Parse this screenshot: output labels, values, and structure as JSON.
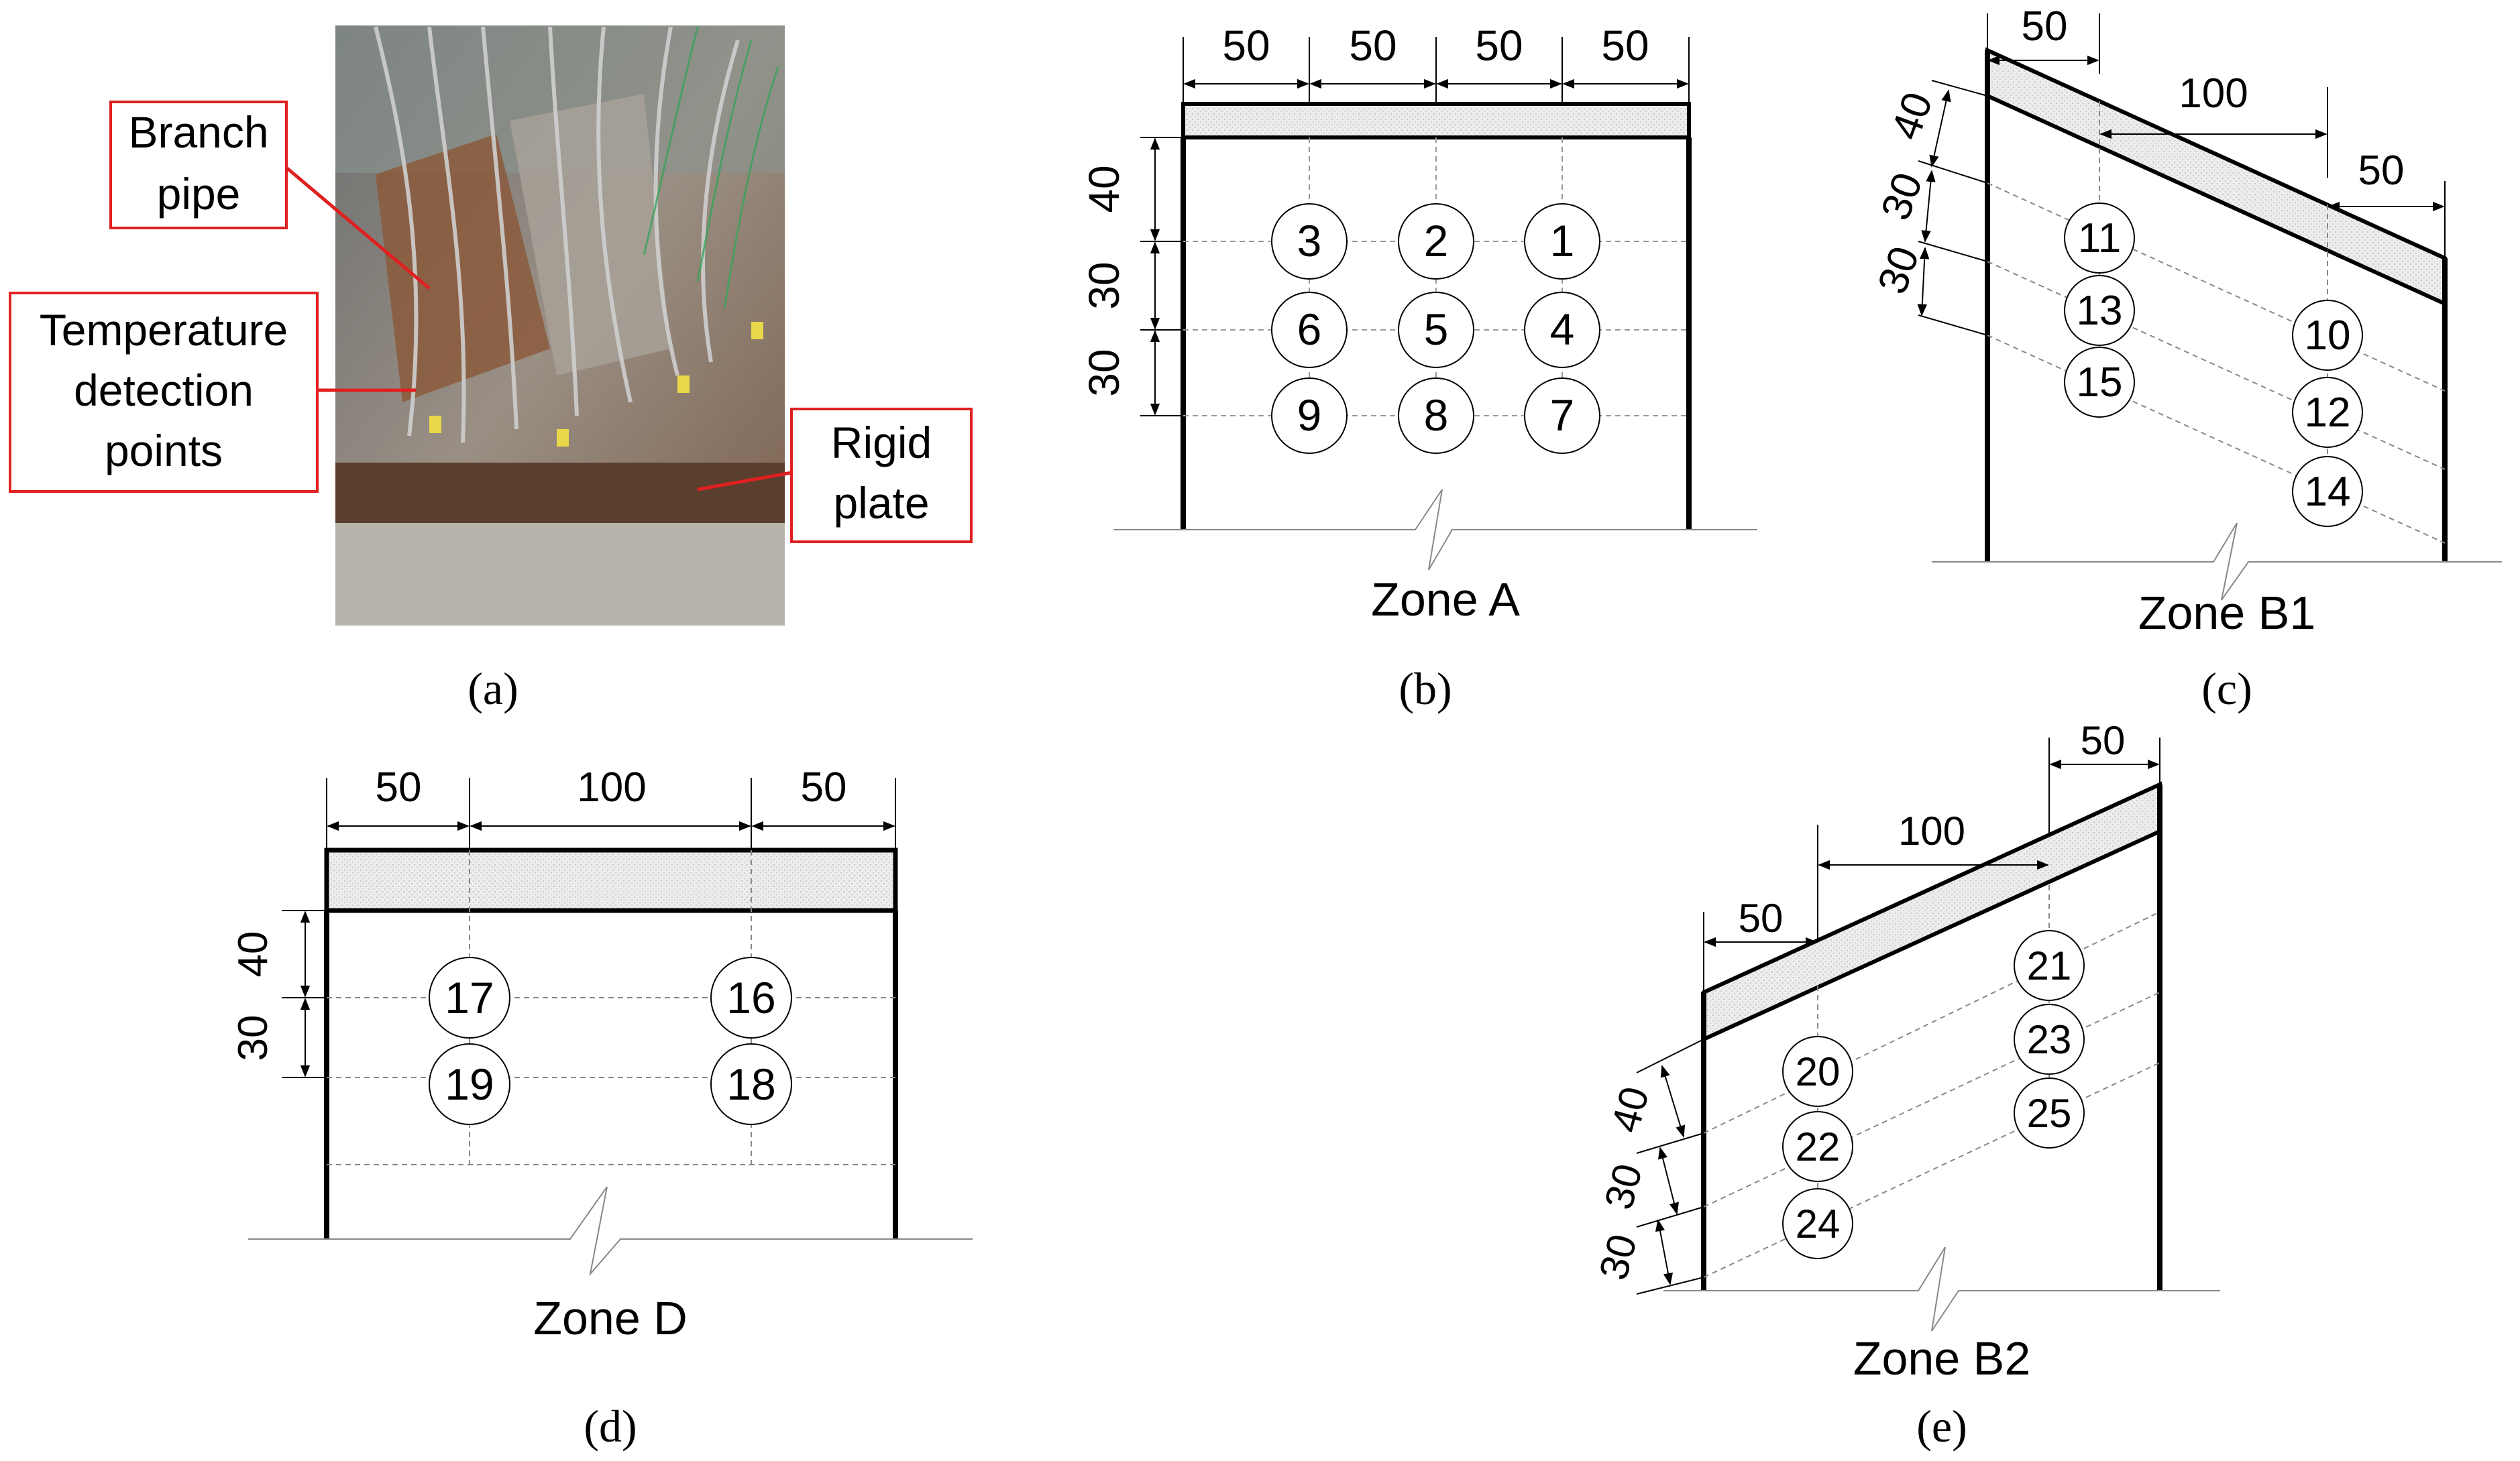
{
  "panel_labels": {
    "a": "(a)",
    "b": "(b)",
    "c": "(c)",
    "d": "(d)",
    "e": "(e)"
  },
  "photo": {
    "callouts": {
      "branch_pipe": [
        "Branch",
        "pipe"
      ],
      "temperature": [
        "Temperature",
        "detection",
        "points"
      ],
      "rigid_plate": [
        "Rigid",
        "plate"
      ]
    },
    "callout_color": "#e02020"
  },
  "zone_a": {
    "title": "Zone A",
    "top_dims": [
      "50",
      "50",
      "50",
      "50"
    ],
    "left_dims": [
      "40",
      "30",
      "30"
    ],
    "points": [
      "3",
      "2",
      "1",
      "6",
      "5",
      "4",
      "9",
      "8",
      "7"
    ]
  },
  "zone_b1": {
    "title": "Zone B1",
    "top_dims": [
      "50",
      "100",
      "50"
    ],
    "left_dims": [
      "40",
      "30",
      "30"
    ],
    "points": [
      "11",
      "13",
      "15",
      "10",
      "12",
      "14"
    ]
  },
  "zone_d": {
    "title": "Zone D",
    "top_dims": [
      "50",
      "100",
      "50"
    ],
    "left_dims": [
      "40",
      "30"
    ],
    "points": [
      "17",
      "16",
      "19",
      "18"
    ]
  },
  "zone_b2": {
    "title": "Zone B2",
    "top_dims": [
      "50",
      "100",
      "50"
    ],
    "left_dims": [
      "40",
      "30",
      "30"
    ],
    "points": [
      "21",
      "23",
      "25",
      "20",
      "22",
      "24"
    ]
  }
}
